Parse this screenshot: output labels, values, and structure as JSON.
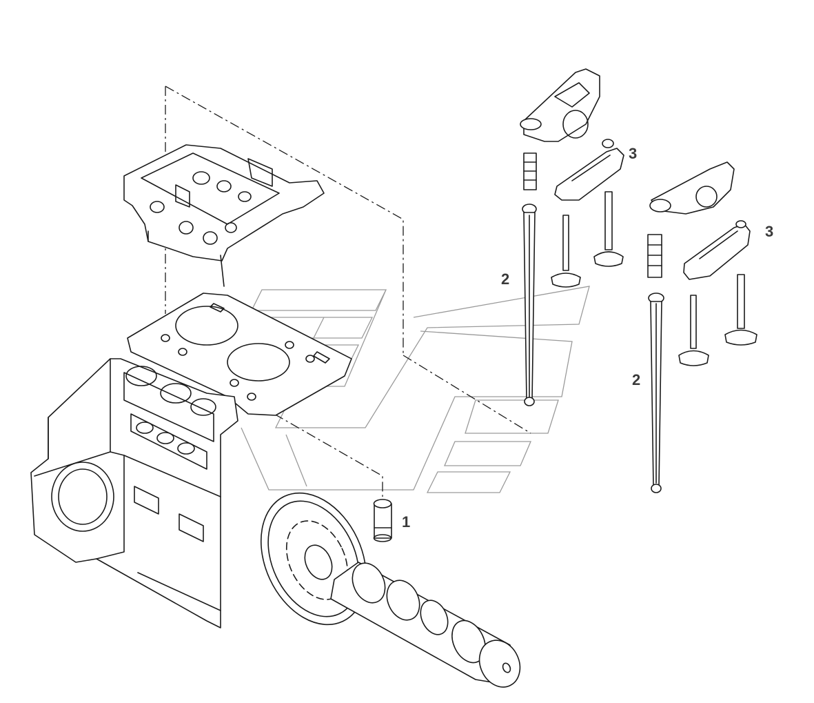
{
  "callouts": {
    "tappet": "1",
    "pushrod_left": "2",
    "pushrod_right": "2",
    "rocker_left": "3",
    "rocker_right": "3"
  },
  "colors": {
    "line": "#1a1a1a",
    "callout_text": "#3a3a3a",
    "watermark": "#9a9a9a",
    "background": "#ffffff"
  }
}
